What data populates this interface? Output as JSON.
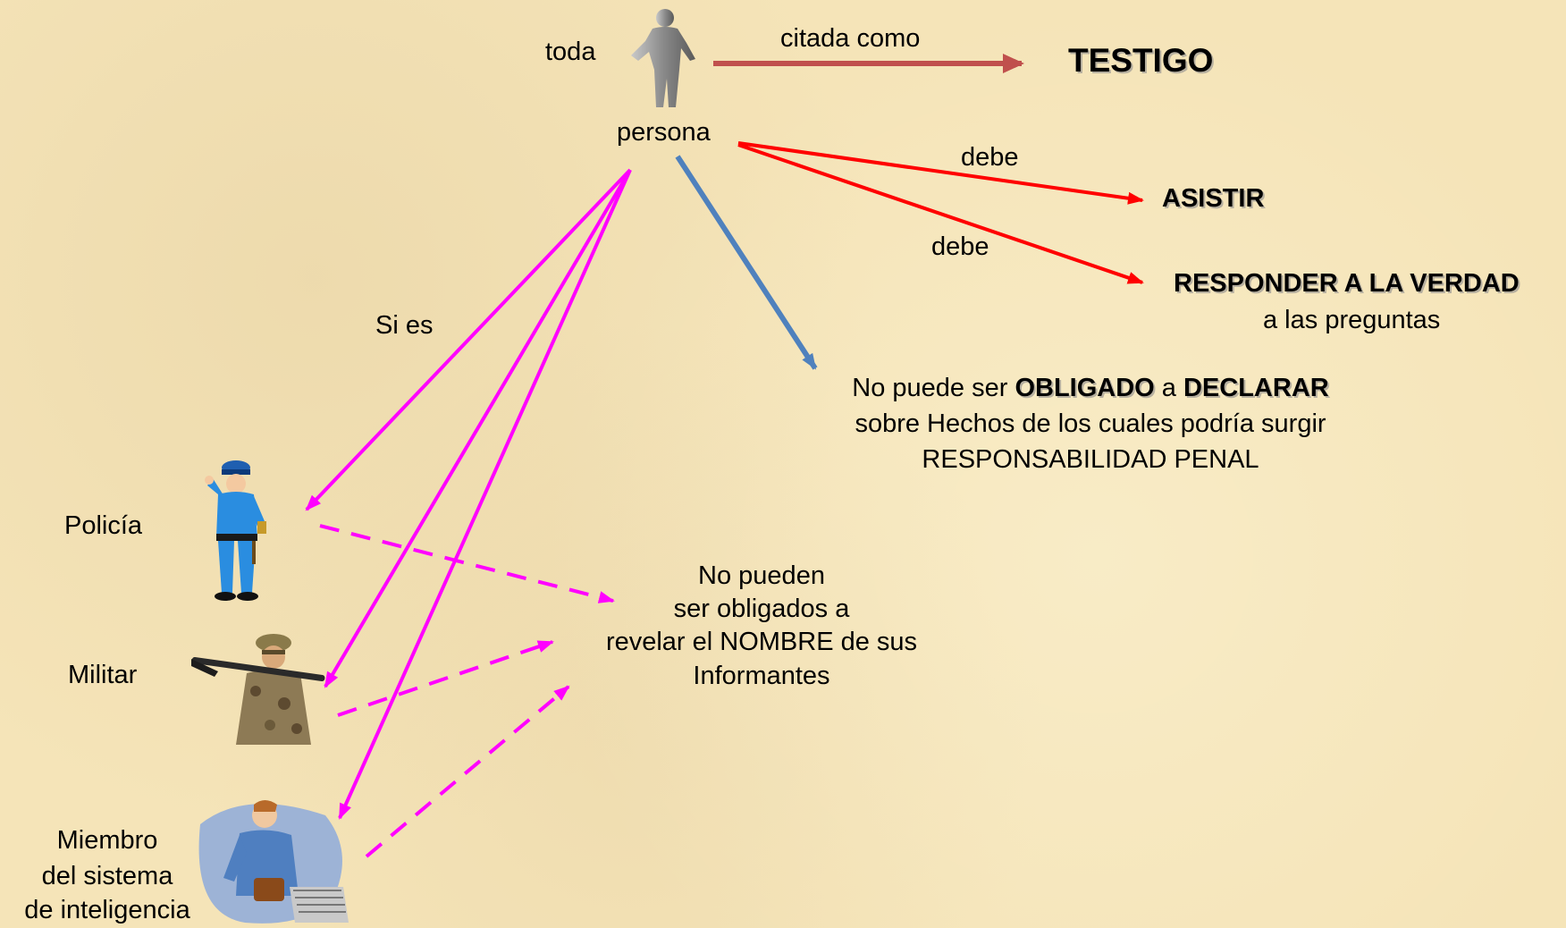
{
  "labels": {
    "toda": "toda",
    "persona": "persona",
    "citada_como": "citada como",
    "testigo": "TESTIGO",
    "debe_1": "debe",
    "asistir": "ASISTIR",
    "debe_2": "debe",
    "responder": "RESPONDER A LA VERDAD",
    "a_las_preguntas": "a las preguntas",
    "si_es": "Si es",
    "no_puede_1": "No puede ser ",
    "obligado": "OBLIGADO",
    "a": " a ",
    "declarar": "DECLARAR",
    "sobre_hechos": "sobre Hechos de los cuales podría surgir",
    "responsabilidad": "RESPONSABILIDAD PENAL",
    "policia": "Policía",
    "militar": "Militar",
    "miembro_1": "Miembro",
    "miembro_2": "del sistema",
    "miembro_3": "de inteligencia",
    "no_pueden_1": "No pueden",
    "no_pueden_2": "ser obligados a",
    "no_pueden_3": "revelar el NOMBRE de sus",
    "no_pueden_4": "Informantes"
  },
  "colors": {
    "testigo_arrow": "#c0504d",
    "red_arrow": "#ff0000",
    "blue_arrow": "#4f81bd",
    "magenta_arrow": "#ff00ff"
  },
  "icons": [
    "person-icon",
    "police-icon",
    "soldier-icon",
    "intelligence-agent-icon"
  ]
}
